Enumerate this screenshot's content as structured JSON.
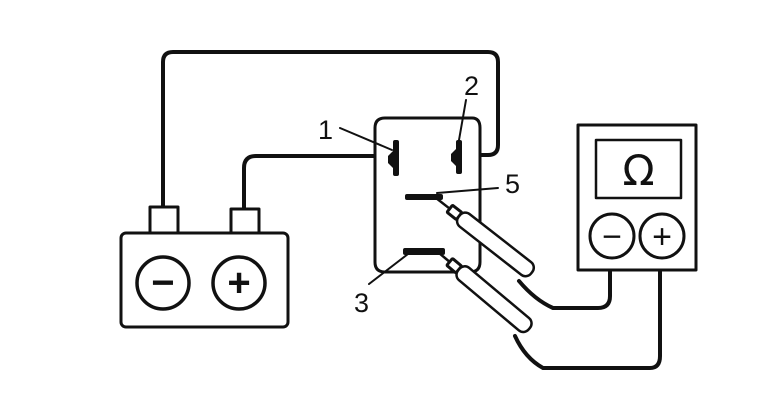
{
  "diagram": {
    "terminal_labels": [
      "1",
      "2",
      "5",
      "3"
    ],
    "meter_symbol": "Ω",
    "battery_polarity": [
      "−",
      "+"
    ],
    "meter_polarity": [
      "−",
      "+"
    ]
  }
}
